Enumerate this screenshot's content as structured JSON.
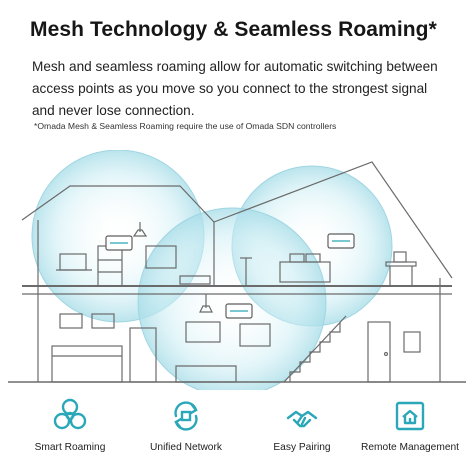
{
  "header": {
    "title": "Mesh Technology & Seamless Roaming*",
    "description": "Mesh and seamless roaming allow for automatic switching between access points as you move so you connect to the strongest signal and never lose connection.",
    "footnote": "*Omada Mesh & Seamless Roaming require the use of Omada SDN controllers"
  },
  "colors": {
    "accent": "#2aa7b8",
    "coverage": "#bfe7ef",
    "line": "#6b6b6b"
  },
  "features": [
    {
      "label": "Smart Roaming",
      "icon": "smart-roaming-icon"
    },
    {
      "label": "Unified Network",
      "icon": "unified-network-icon"
    },
    {
      "label": "Easy Pairing",
      "icon": "easy-pairing-icon"
    },
    {
      "label": "Remote Management",
      "icon": "remote-management-icon"
    }
  ]
}
